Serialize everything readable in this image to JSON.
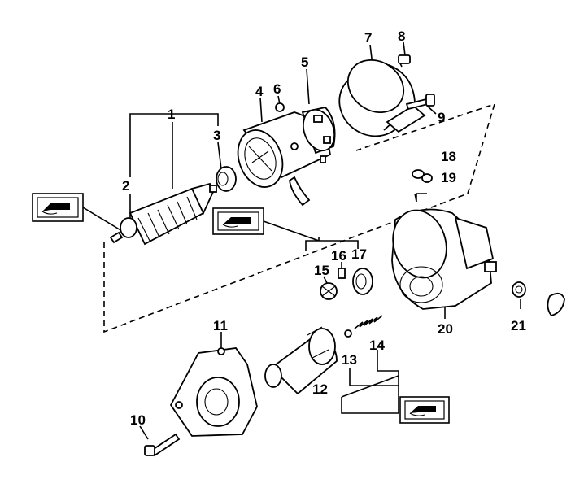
{
  "callouts": {
    "n1": "1",
    "n2": "2",
    "n3": "3",
    "n4": "4",
    "n5": "5",
    "n6": "6",
    "n7": "7",
    "n8": "8",
    "n9": "9",
    "n10": "10",
    "n11": "11",
    "n12": "12",
    "n13": "13",
    "n14": "14",
    "n15": "15",
    "n16": "16",
    "n17": "17",
    "n18": "18",
    "n19": "19",
    "n20": "20",
    "n21": "21"
  },
  "icons": {
    "grease_symbol": "grease-icon"
  },
  "colors": {
    "ink": "#000000",
    "paper": "#ffffff"
  }
}
